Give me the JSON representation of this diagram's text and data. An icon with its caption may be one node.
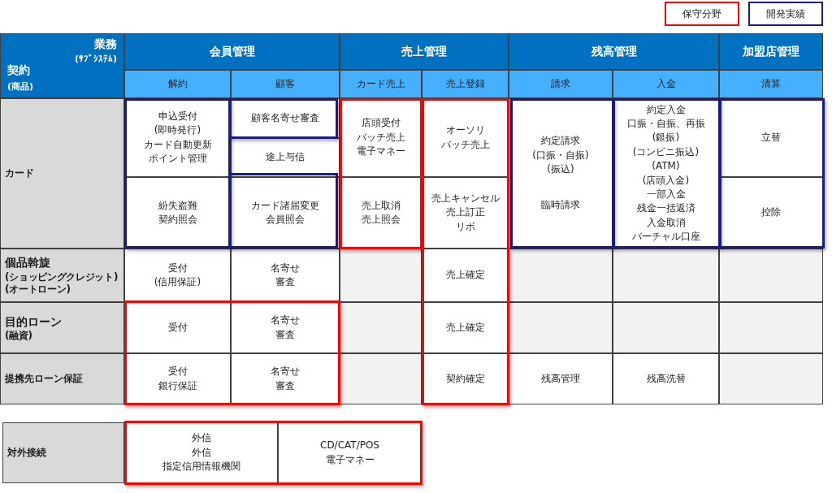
{
  "diagram": {
    "labels": [
      "業務",
      "(ｻﾌﾞｼｽﾃﾑ)",
      "契約",
      "(商品)",
      "会員管理",
      "売上管理",
      "残高管理",
      "加盟店管理",
      "解約",
      "顧客",
      "カード売上",
      "売上登録",
      "請求",
      "入金",
      "清算",
      "カード",
      "申込受付",
      "(即時発行)",
      "カード自動更新",
      "ポイント管理",
      "顧客名寄せ審査",
      "店頭受付",
      "バッチ売上",
      "電子マネー",
      "オーソリ",
      "バッチ売上",
      "約定請求",
      "(口振・自振)",
      "(振込)",
      "約定入金",
      "口振・自振、再振",
      "(銀振)",
      "(コンビニ振込)",
      "(ATM)",
      "(店頭入金)",
      "一部入金",
      "残金一括返済",
      "入金取消",
      "バーチャル口座",
      "立替",
      "途上与信",
      "紛失盗難",
      "契約照会",
      "カード諸届変更",
      "会員照会",
      "売上取消",
      "売上照会",
      "売上キャンセル",
      "売上訂正",
      "リボ",
      "臨時請求",
      "控除",
      "個品斡旋",
      "(ショッピングクレジット)",
      "(オートローン)",
      "受付",
      "(信用保証)",
      "名寄せ",
      "審査",
      "売上確定",
      "目的ローン",
      "(融資)",
      "受付",
      "名寄せ",
      "審査",
      "売上確定",
      "提携先ローン保証",
      "受付",
      "銀行保証",
      "名寄せ",
      "審査",
      "契約確定",
      "残高管理",
      "残高洗替",
      "対外接続",
      "外信",
      "外信",
      "指定信用情報機関",
      "CD/CAT/POS",
      "電子マネー"
    ],
    "legend": [
      {
        "text": "保守分野",
        "color": "#ff0000"
      },
      {
        "text": "開発実績",
        "color": "#1a1a8c"
      }
    ]
  }
}
